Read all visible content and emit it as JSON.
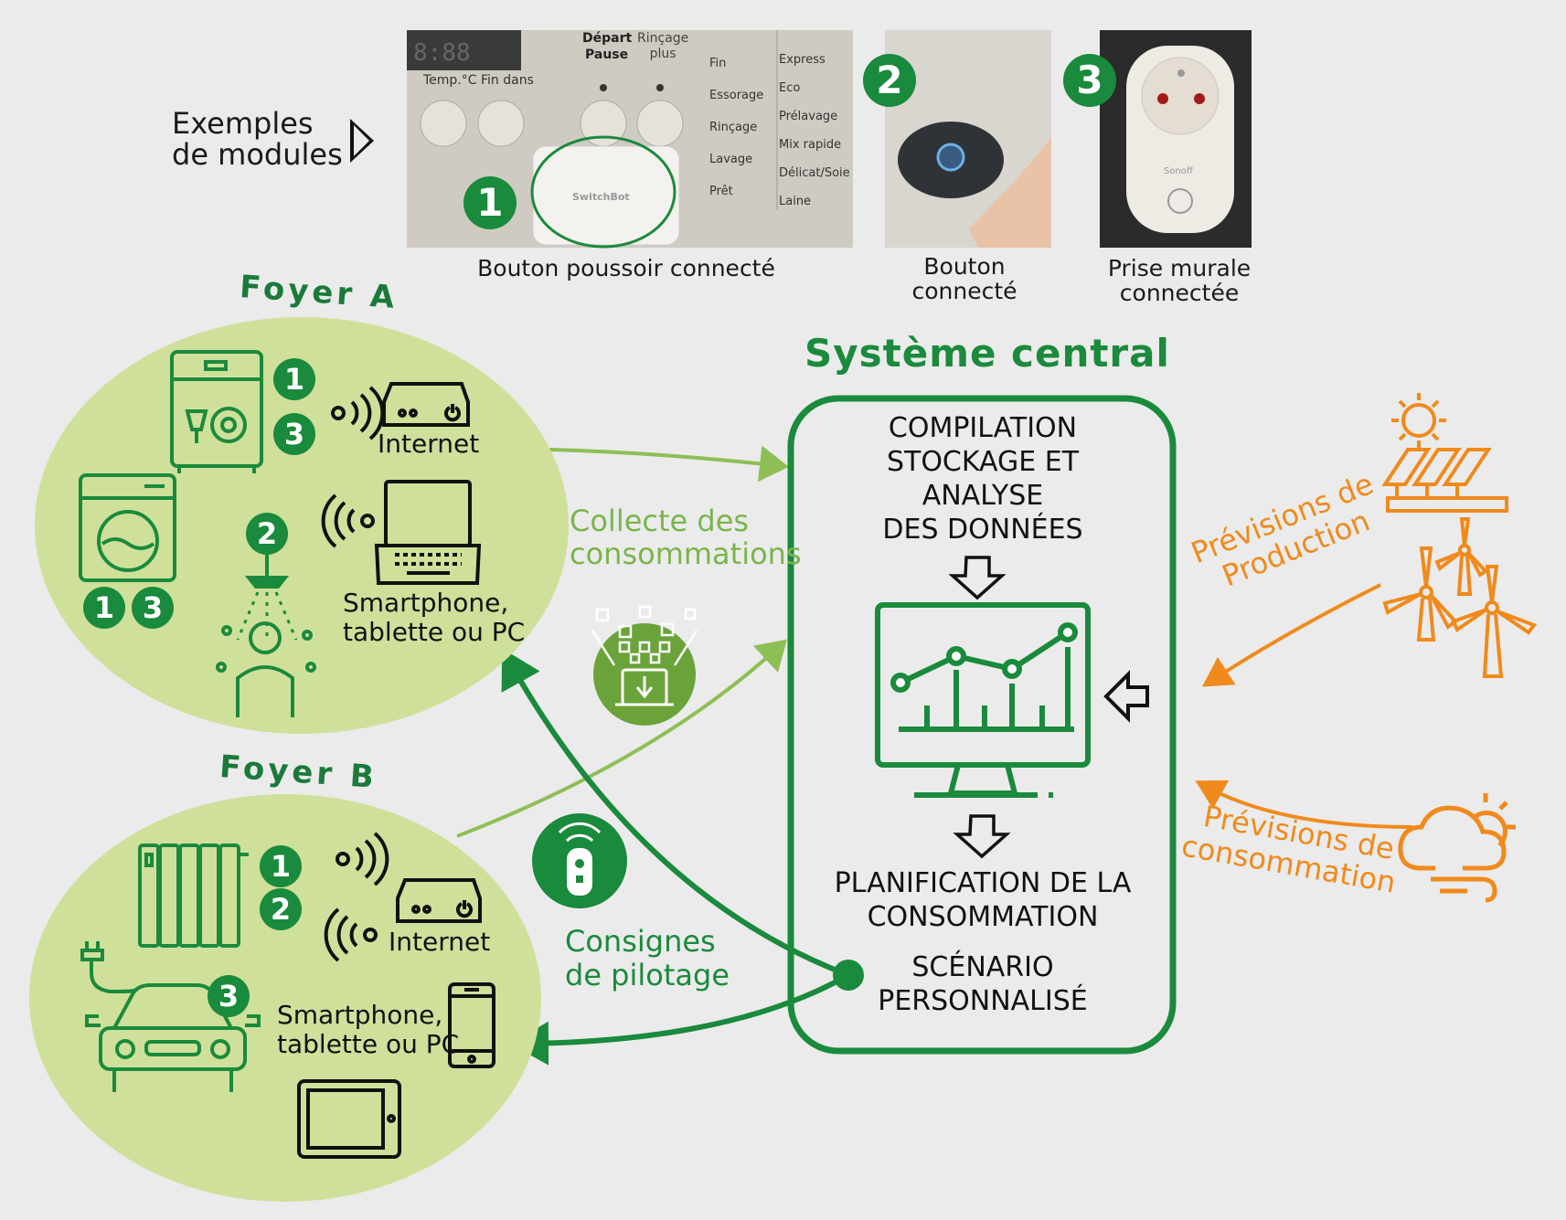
{
  "examples": {
    "label_line1": "Exemples",
    "label_line2": "de modules",
    "module1": {
      "number": "1",
      "caption": "Bouton poussoir connecté",
      "device_brand": "SwitchBot"
    },
    "module2": {
      "number": "2",
      "caption_line1": "Bouton",
      "caption_line2": "connecté"
    },
    "module3": {
      "number": "3",
      "caption_line1": "Prise murale",
      "caption_line2": "connectée",
      "device_brand": "Sonoff"
    },
    "panel_labels": {
      "temp": "Temp.°C",
      "fin_dans": "Fin dans",
      "depart": "Départ",
      "pause": "Pause",
      "rincage_plus1": "Rinçage",
      "rincage_plus2": "plus",
      "programs": [
        "Fin",
        "Essorage",
        "Rinçage",
        "Lavage",
        "Prêt"
      ],
      "options": [
        "Express",
        "Eco",
        "Prélavage",
        "Mix rapide",
        "Délicat/Soie",
        "Laine"
      ]
    }
  },
  "foyer_a": {
    "title": "Foyer A",
    "dishwasher_badges": [
      "1",
      "3"
    ],
    "washer_badges": [
      "1",
      "3"
    ],
    "shower_badge": "2",
    "internet_label": "Internet",
    "device_line1": "Smartphone,",
    "device_line2": "tablette ou PC"
  },
  "foyer_b": {
    "title": "Foyer B",
    "radiator_badges": [
      "1",
      "2"
    ],
    "car_badge": "3",
    "internet_label": "Internet",
    "device_line1": "Smartphone,",
    "device_line2": "tablette ou PC"
  },
  "central": {
    "title": "Système central",
    "block1": [
      "COMPILATION",
      "STOCKAGE ET",
      "ANALYSE",
      "DES DONNÉES"
    ],
    "block2": [
      "PLANIFICATION DE LA",
      "CONSOMMATION"
    ],
    "block3": [
      "SCÉNARIO",
      "PERSONNALISÉ"
    ]
  },
  "flows": {
    "collecte_line1": "Collecte des",
    "collecte_line2": "consommations",
    "consignes_line1": "Consignes",
    "consignes_line2": "de pilotage"
  },
  "forecasts": {
    "production_line1": "Prévisions de",
    "production_line2": "Production",
    "consumption_line1": "Prévisions de",
    "consumption_line2": "consommation"
  },
  "colors": {
    "dark_green": "#1a8a3c",
    "light_green": "#8dbf55",
    "ellipse_fill": "#cfe09a",
    "orange": "#f08a1c",
    "background": "#ebebeb"
  }
}
